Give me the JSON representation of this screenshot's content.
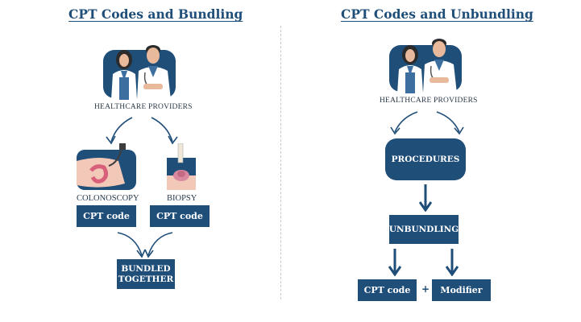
{
  "left": {
    "title": "CPT Codes and Bundling",
    "providers_label": "HEALTHCARE PROVIDERS",
    "procedure_1": "COLONOSCOPY",
    "procedure_2": "BIOPSY",
    "code_1": "CPT code",
    "code_2": "CPT code",
    "result_line_1": "BUNDLED",
    "result_line_2": "TOGETHER"
  },
  "right": {
    "title": "CPT Codes and Unbundling",
    "providers_label": "HEALTHCARE PROVIDERS",
    "procedures": "PROCEDURES",
    "unbundling": "UNBUNDLING",
    "code": "CPT code",
    "plus": "+",
    "modifier": "Modifier"
  },
  "colors": {
    "primary": "#1f4e79",
    "arrow": "#1f4e79"
  },
  "icons": [
    "doctors-illustration",
    "colonoscopy-illustration",
    "biopsy-illustration",
    "arrow-icon"
  ]
}
